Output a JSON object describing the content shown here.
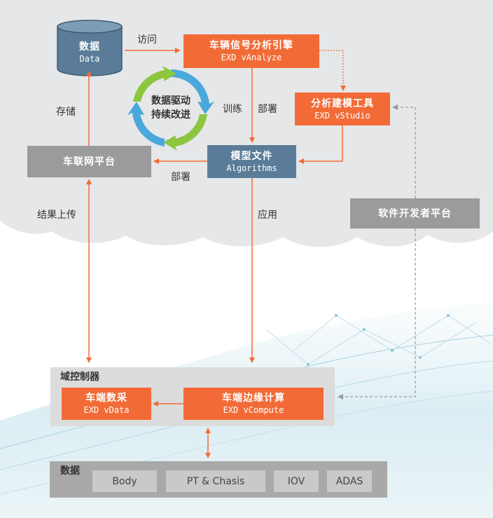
{
  "data_store": {
    "title": "数据",
    "subtitle": "Data"
  },
  "analyze_engine": {
    "title": "车辆信号分析引擎",
    "subtitle": "EXD vAnalyze"
  },
  "studio_tool": {
    "title": "分析建模工具",
    "subtitle": "EXD vStudio"
  },
  "model_file": {
    "title": "模型文件",
    "subtitle": "Algorithms"
  },
  "iov_platform": {
    "title": "车联网平台"
  },
  "dev_platform": {
    "title": "软件开发者平台"
  },
  "cycle": {
    "line1": "数据驱动",
    "line2": "持续改进"
  },
  "domain_controller": {
    "title": "域控制器",
    "vdata": {
      "title": "车端数采",
      "subtitle": "EXD vData"
    },
    "vcompute": {
      "title": "车端边缘计算",
      "subtitle": "EXD vCompute"
    }
  },
  "data_group": {
    "title": "数据",
    "items": [
      "Body",
      "PT & Chasis",
      "IOV",
      "ADAS"
    ]
  },
  "edge_labels": {
    "access": "访问",
    "store": "存储",
    "train": "训练",
    "deploy_down": "部署",
    "deploy_left": "部署",
    "upload": "结果上传",
    "apply": "应用"
  },
  "colors": {
    "orange": "#f26b36",
    "steel": "#5a7c98",
    "gray": "#9b9b9b",
    "cycle_green": "#8cc63f",
    "cycle_blue": "#4aa8dc"
  }
}
